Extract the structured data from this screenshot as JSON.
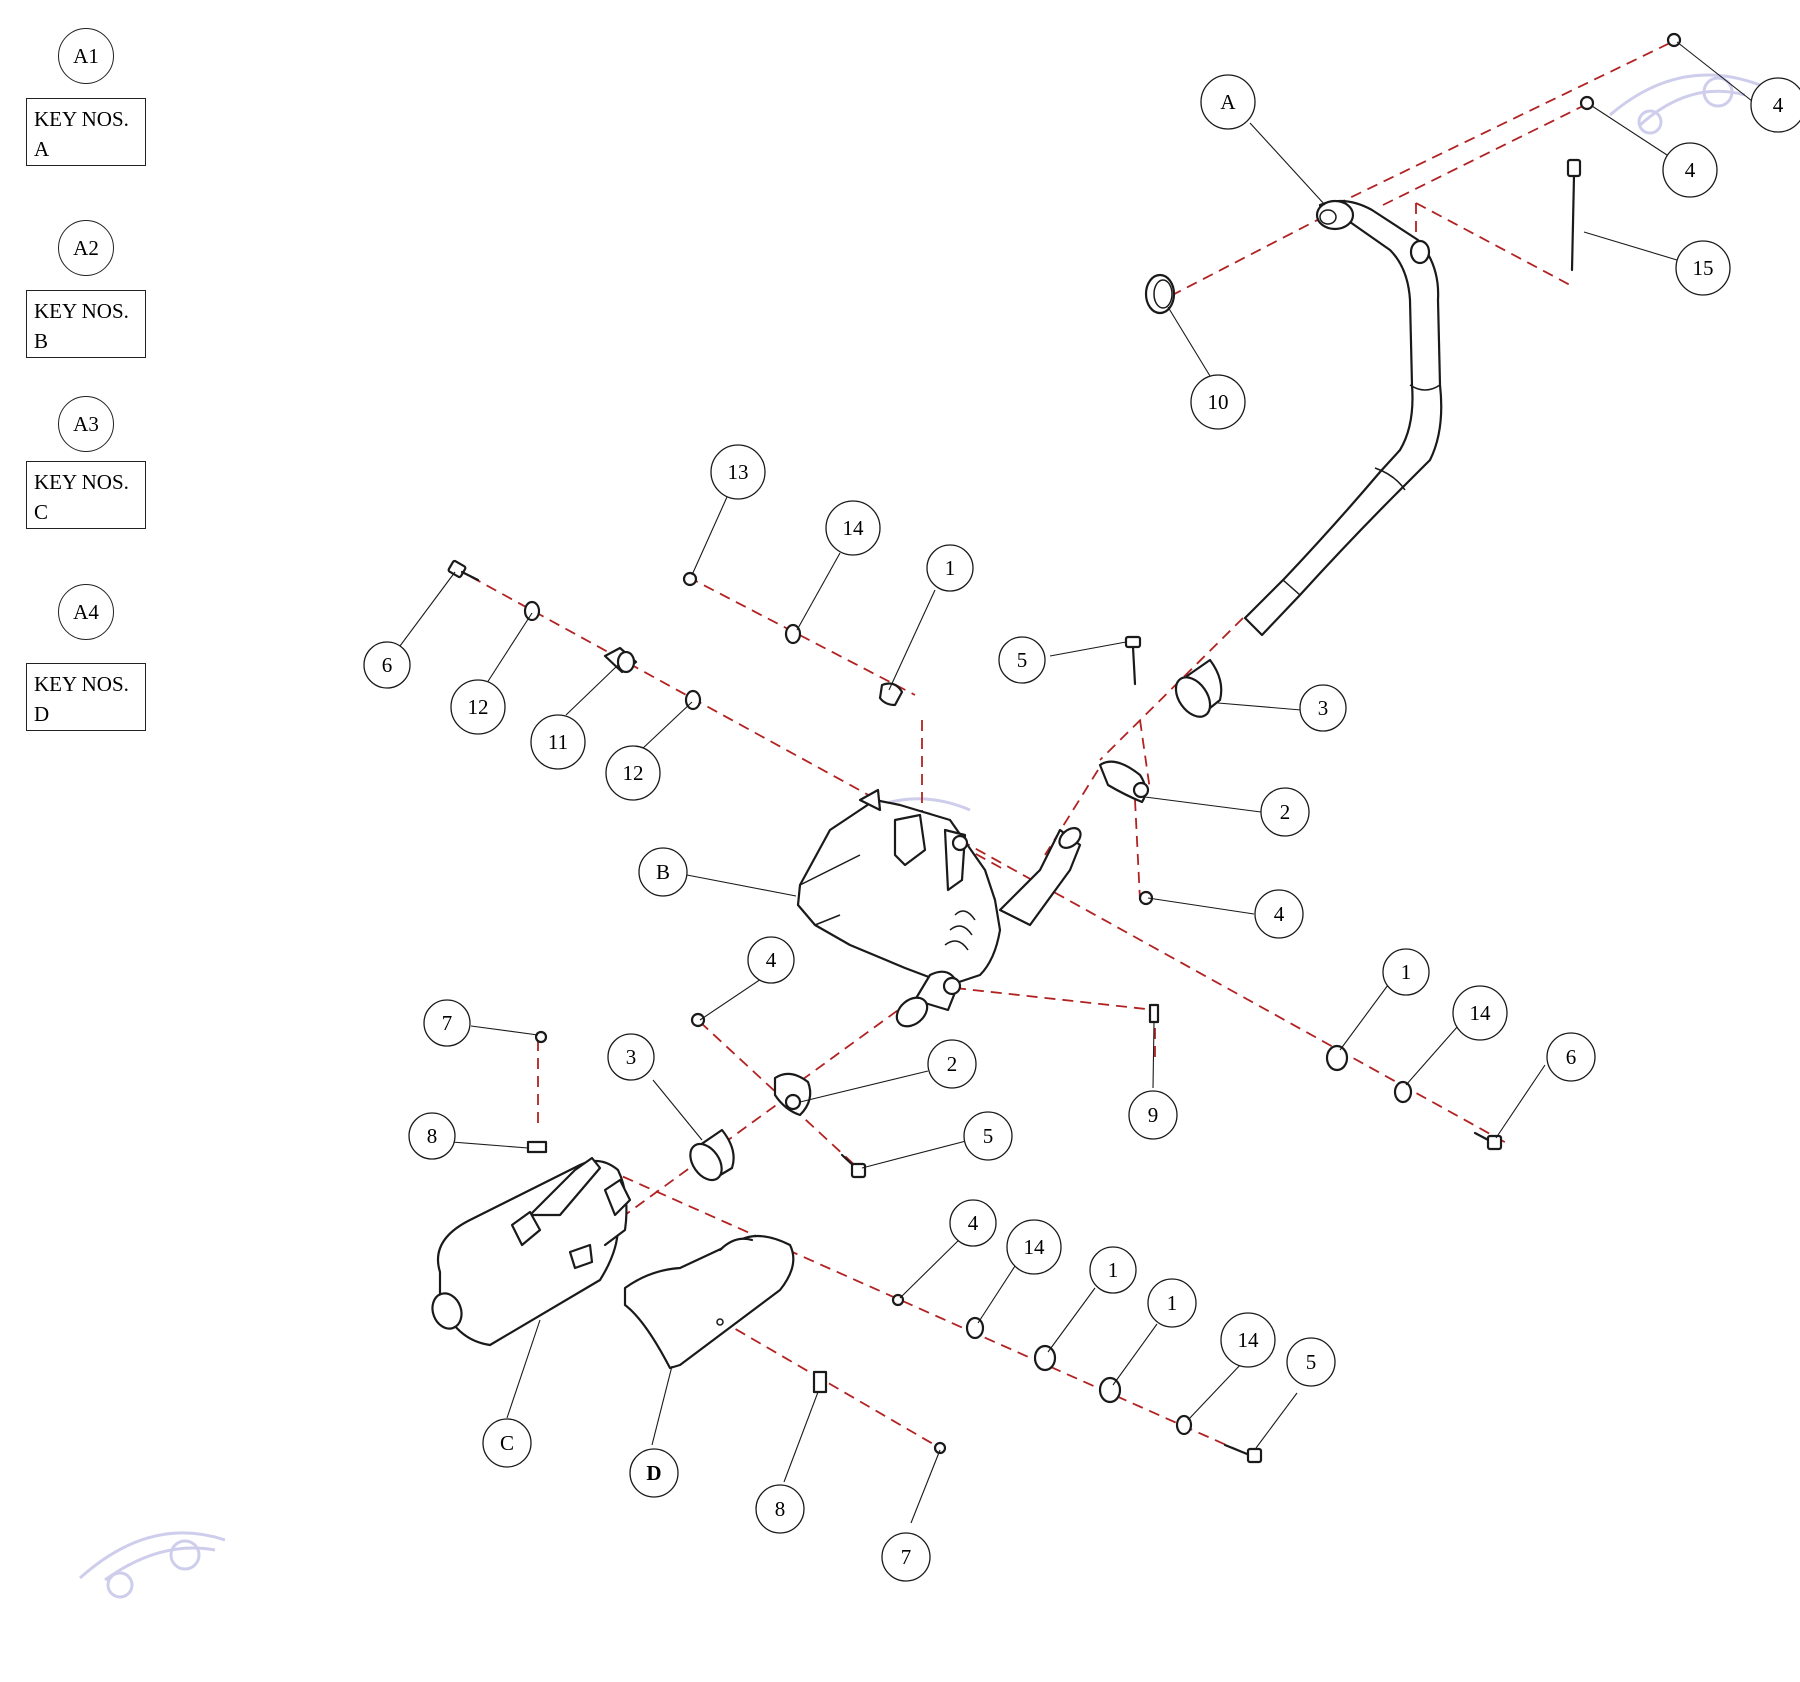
{
  "legend": [
    {
      "group": "A1",
      "title": "KEY NOS.",
      "key": "A"
    },
    {
      "group": "A2",
      "title": "KEY NOS.",
      "key": "B"
    },
    {
      "group": "A3",
      "title": "KEY NOS.",
      "key": "C"
    },
    {
      "group": "A4",
      "title": "KEY NOS.",
      "key": "D"
    }
  ],
  "callouts": [
    {
      "id": "A",
      "label": "A"
    },
    {
      "id": "4a",
      "label": "4"
    },
    {
      "id": "4b",
      "label": "4"
    },
    {
      "id": "15",
      "label": "15"
    },
    {
      "id": "10",
      "label": "10"
    },
    {
      "id": "13",
      "label": "13"
    },
    {
      "id": "14a",
      "label": "14"
    },
    {
      "id": "1a",
      "label": "1"
    },
    {
      "id": "5a",
      "label": "5"
    },
    {
      "id": "3a",
      "label": "3"
    },
    {
      "id": "6a",
      "label": "6"
    },
    {
      "id": "12a",
      "label": "12"
    },
    {
      "id": "11",
      "label": "11"
    },
    {
      "id": "12b",
      "label": "12"
    },
    {
      "id": "2a",
      "label": "2"
    },
    {
      "id": "B",
      "label": "B"
    },
    {
      "id": "4c",
      "label": "4"
    },
    {
      "id": "4d",
      "label": "4"
    },
    {
      "id": "1b",
      "label": "1"
    },
    {
      "id": "14b",
      "label": "14"
    },
    {
      "id": "6b",
      "label": "6"
    },
    {
      "id": "7a",
      "label": "7"
    },
    {
      "id": "3b",
      "label": "3"
    },
    {
      "id": "2b",
      "label": "2"
    },
    {
      "id": "9",
      "label": "9"
    },
    {
      "id": "8a",
      "label": "8"
    },
    {
      "id": "5b",
      "label": "5"
    },
    {
      "id": "4e",
      "label": "4"
    },
    {
      "id": "14c",
      "label": "14"
    },
    {
      "id": "1c",
      "label": "1"
    },
    {
      "id": "1d",
      "label": "1"
    },
    {
      "id": "14d",
      "label": "14"
    },
    {
      "id": "5c",
      "label": "5"
    },
    {
      "id": "C",
      "label": "C"
    },
    {
      "id": "D",
      "label": "D"
    },
    {
      "id": "8b",
      "label": "8"
    },
    {
      "id": "7b",
      "label": "7"
    }
  ],
  "colors": {
    "line": "#1a1a1a",
    "dash": "#b22222",
    "watermark": "#c8c8e8"
  }
}
